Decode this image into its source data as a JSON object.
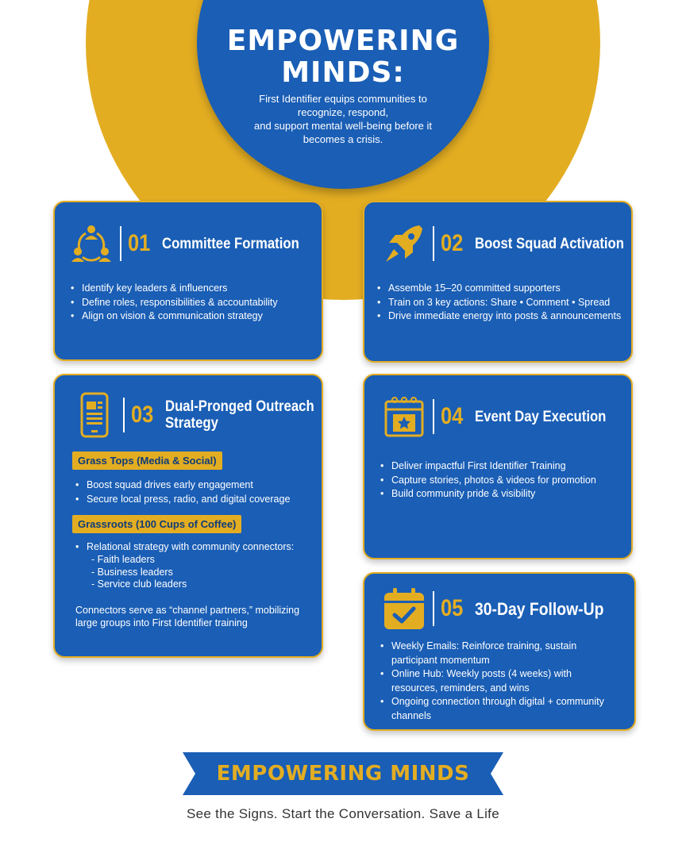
{
  "hero": {
    "title_line1": "EMPOWERING",
    "title_line2": "MINDS:",
    "subtitle_line1": "First Identifier equips communities to",
    "subtitle_line2": "recognize, respond,",
    "subtitle_line3": "and support mental well-being before it",
    "subtitle_line4": "becomes a crisis."
  },
  "cards": {
    "c1": {
      "icon": "team-network-icon",
      "number": "01",
      "title": "Committee Formation",
      "bullets": [
        "Identify key leaders & influencers",
        "Define roles, responsibilities & accountability",
        "Align on vision & communication strategy"
      ]
    },
    "c2": {
      "icon": "rocket-icon",
      "number": "02",
      "title": "Boost Squad Activation",
      "bullets": [
        "Assemble 15–20 committed supporters",
        "Train on 3 key actions: Share • Comment • Spread",
        "Drive immediate energy into posts & announcements"
      ]
    },
    "c3": {
      "icon": "mobile-phone-icon",
      "number": "03",
      "title_line1": "Dual-Pronged Outreach",
      "title_line2": "Strategy",
      "tag1": "Grass Tops (Media & Social)",
      "bullets1": [
        "Boost squad drives early engagement",
        "Secure local press, radio, and digital coverage"
      ],
      "tag2": "Grassroots (100 Cups of Coffee)",
      "bullet2": "Relational strategy with community connectors:",
      "subitems": [
        "- Faith leaders",
        "- Business leaders",
        "- Service club leaders"
      ],
      "note_line1": "Connectors serve as “channel partners,” mobilizing",
      "note_line2": "large groups into First Identifier training"
    },
    "c4": {
      "icon": "calendar-star-icon",
      "number": "04",
      "title": "Event Day Execution",
      "bullets": [
        "Deliver impactful First Identifier Training",
        "Capture stories, photos & videos for promotion",
        "Build community pride & visibility"
      ]
    },
    "c5": {
      "icon": "calendar-check-icon",
      "number": "05",
      "title": "30-Day Follow-Up",
      "bullets": [
        [
          "Weekly Emails: Reinforce training, sustain",
          "participant momentum"
        ],
        [
          "Online Hub: Weekly posts (4 weeks) with",
          "resources, reminders, and wins"
        ],
        [
          "Ongoing connection through digital + community",
          "channels"
        ]
      ]
    }
  },
  "footer": {
    "banner": "EMPOWERING MINDS",
    "tagline": "See the Signs. Start the Conversation. Save a Life"
  },
  "colors": {
    "blue": "#1A5EB5",
    "gold": "#E3AD22",
    "white": "#FFFFFF"
  }
}
